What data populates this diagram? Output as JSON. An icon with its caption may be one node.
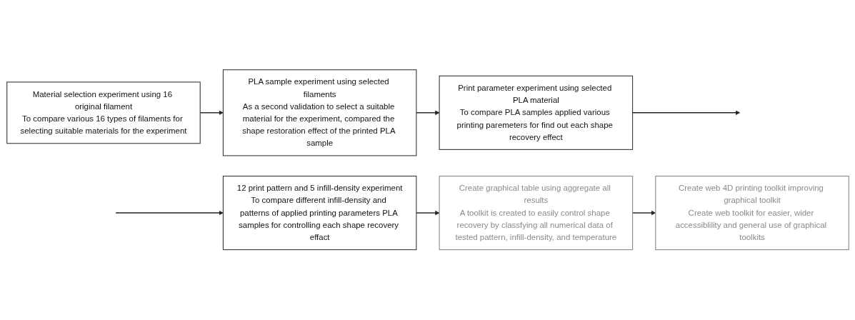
{
  "diagram": {
    "nodes": [
      {
        "text": [
          "Material selection experiment using 16 original filament",
          "To compare various 16 types of filaments for selecting suitable materials for the experiment"
        ]
      },
      {
        "text": [
          "PLA sample experiment using selected filaments",
          "As a second validation to select a suitable material for the experiment, compared the shape restoration effect of the printed PLA sample"
        ]
      },
      {
        "text": [
          "Print parameter experiment using selected PLA material",
          "To compare PLA samples applied various printing paremeters for find out each shape recovery effect"
        ]
      },
      {
        "text": [
          "Create web 4D printing toolkit improving graphical toolkit",
          "Create web toolkit for easier, wider accessiblility and general use of graphical toolkits"
        ]
      },
      {
        "text": [
          "Create graphical table using aggregate all results",
          "A toolkit is created to easily control shape recovery by classfying all numerical data of tested pattern, infill-density, and temperature"
        ]
      },
      {
        "text": [
          "12 print pattern and 5 infill-density experiment",
          "To compare different infill-density and patterns of applied printing parameters PLA samples for controlling each shape recovery effact"
        ]
      }
    ],
    "edges": [
      {
        "from": 0,
        "to": 1,
        "arrow": "to"
      },
      {
        "from": 1,
        "to": 2,
        "arrow": "to"
      },
      {
        "from": 2,
        "to": null,
        "arrow": "to"
      },
      {
        "from": null,
        "to": 5,
        "arrow": "to"
      },
      {
        "from": 5,
        "to": 4,
        "arrow": "to"
      },
      {
        "from": 4,
        "to": 3,
        "arrow": "to"
      }
    ]
  }
}
